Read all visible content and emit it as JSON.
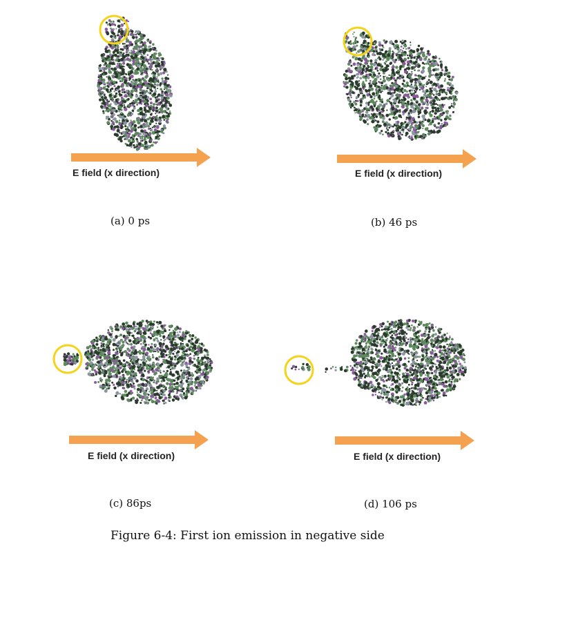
{
  "colors": {
    "arrow_fill": "#f4a24f",
    "arrow_stroke": "#c9771f",
    "highlight_circle": "#f5d31a",
    "atom_dark": "#2a3a2c",
    "atom_green": "#5c8a5c",
    "atom_purple": "#8a5a9c",
    "atom_grey": "#8c96a0",
    "emitted_label": "#3aa36a"
  },
  "panels": [
    {
      "id": "a",
      "field_label": "E field (x direction)",
      "caption": "(a)  0 ps"
    },
    {
      "id": "b",
      "field_label": "E field (x direction)",
      "caption": "(b)  46  ps"
    },
    {
      "id": "c",
      "field_label": "E field (x direction)",
      "caption": "(c)  86ps"
    },
    {
      "id": "d",
      "field_label": "E field (x direction)",
      "caption": "(d)  106  ps"
    }
  ],
  "figure_caption": "Figure 6-4:  First ion emission in negative side"
}
